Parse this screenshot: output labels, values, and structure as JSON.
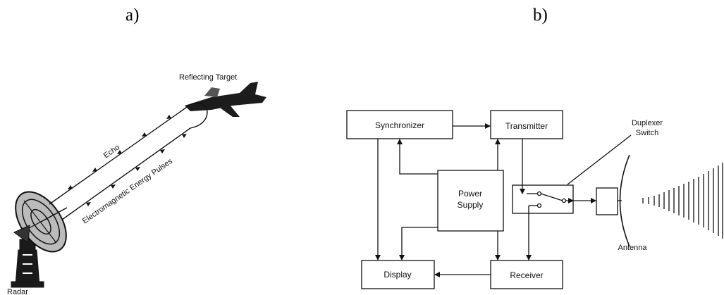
{
  "panel_a": {
    "label": "a)",
    "reflecting_target": "Reflecting Target",
    "echo": "Echo",
    "pulses": "Electromagnetic Energy Pulses",
    "radar": "Radar"
  },
  "panel_b": {
    "label": "b)",
    "blocks": {
      "synchronizer": "Synchronizer",
      "transmitter": "Transmitter",
      "power_supply_line1": "Power",
      "power_supply_line2": "Supply",
      "display": "Display",
      "receiver": "Receiver"
    },
    "duplexer_line1": "Duplexer",
    "duplexer_line2": "Switch",
    "antenna": "Antenna"
  }
}
